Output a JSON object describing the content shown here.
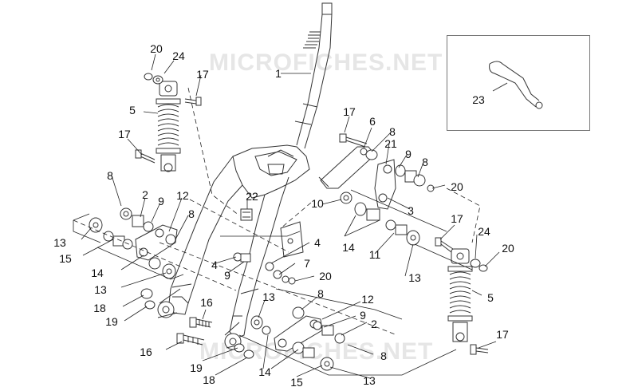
{
  "watermark": "MICROFICHES.NET",
  "callouts": [
    {
      "id": "c-20a",
      "text": "20"
    },
    {
      "id": "c-24a",
      "text": "24"
    },
    {
      "id": "c-17a",
      "text": "17"
    },
    {
      "id": "c-1",
      "text": "1"
    },
    {
      "id": "c-5a",
      "text": "5"
    },
    {
      "id": "c-17b",
      "text": "17"
    },
    {
      "id": "c-8a",
      "text": "8"
    },
    {
      "id": "c-2a",
      "text": "2"
    },
    {
      "id": "c-9a",
      "text": "9"
    },
    {
      "id": "c-12a",
      "text": "12"
    },
    {
      "id": "c-8b",
      "text": "8"
    },
    {
      "id": "c-22",
      "text": "22"
    },
    {
      "id": "c-13a",
      "text": "13"
    },
    {
      "id": "c-15a",
      "text": "15"
    },
    {
      "id": "c-14a",
      "text": "14"
    },
    {
      "id": "c-13b",
      "text": "13"
    },
    {
      "id": "c-18a",
      "text": "18"
    },
    {
      "id": "c-19a",
      "text": "19"
    },
    {
      "id": "c-16a",
      "text": "16"
    },
    {
      "id": "c-16b",
      "text": "16"
    },
    {
      "id": "c-19b",
      "text": "19"
    },
    {
      "id": "c-18b",
      "text": "18"
    },
    {
      "id": "c-14b",
      "text": "14"
    },
    {
      "id": "c-13c",
      "text": "13"
    },
    {
      "id": "c-15b",
      "text": "15"
    },
    {
      "id": "c-13d",
      "text": "13"
    },
    {
      "id": "c-8c",
      "text": "8"
    },
    {
      "id": "c-12b",
      "text": "12"
    },
    {
      "id": "c-9b",
      "text": "9"
    },
    {
      "id": "c-2b",
      "text": "2"
    },
    {
      "id": "c-8d",
      "text": "8"
    },
    {
      "id": "c-4a",
      "text": "4"
    },
    {
      "id": "c-9c",
      "text": "9"
    },
    {
      "id": "c-4b",
      "text": "4"
    },
    {
      "id": "c-7",
      "text": "7"
    },
    {
      "id": "c-20b",
      "text": "20"
    },
    {
      "id": "c-10",
      "text": "10"
    },
    {
      "id": "c-14c",
      "text": "14"
    },
    {
      "id": "c-11",
      "text": "11"
    },
    {
      "id": "c-13e",
      "text": "13"
    },
    {
      "id": "c-17c",
      "text": "17"
    },
    {
      "id": "c-6",
      "text": "6"
    },
    {
      "id": "c-8e",
      "text": "8"
    },
    {
      "id": "c-21",
      "text": "21"
    },
    {
      "id": "c-9d",
      "text": "9"
    },
    {
      "id": "c-8f",
      "text": "8"
    },
    {
      "id": "c-20c",
      "text": "20"
    },
    {
      "id": "c-3",
      "text": "3"
    },
    {
      "id": "c-17d",
      "text": "17"
    },
    {
      "id": "c-24b",
      "text": "24"
    },
    {
      "id": "c-20d",
      "text": "20"
    },
    {
      "id": "c-5b",
      "text": "5"
    },
    {
      "id": "c-17e",
      "text": "17"
    },
    {
      "id": "c-23",
      "text": "23"
    }
  ]
}
